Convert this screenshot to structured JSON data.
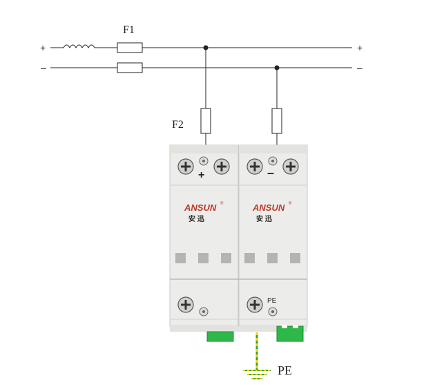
{
  "labels": {
    "fuse_main": "F1",
    "fuse_branch": "F2",
    "left_plus": "+",
    "left_minus": "–",
    "right_plus": "+",
    "right_minus": "–",
    "ground": "PE"
  },
  "device": {
    "brand": "ANSUN",
    "brand_cn": "安 迅",
    "registered_mark": "®",
    "pole_plus": "+",
    "pole_minus": "–",
    "pe_terminal": "PE"
  },
  "colors": {
    "wire": "#222222",
    "housing": "#ececea",
    "brand": "#c0392b",
    "connector": "#2fb84a",
    "ground_green": "#3aa23a",
    "ground_yellow": "#e6d21a"
  }
}
